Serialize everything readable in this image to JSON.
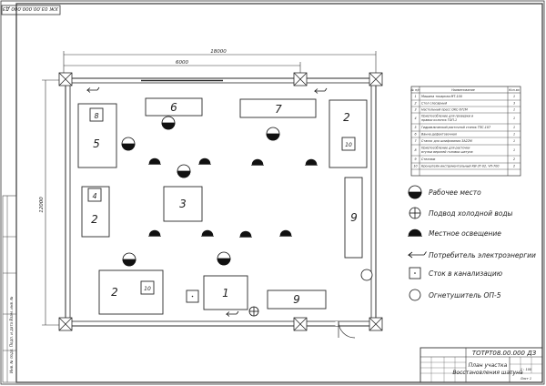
{
  "top_stamp": "ХЖ 03.00.000.000 Д3",
  "dimensions": {
    "overall_width": "18000",
    "partial_width": "6000",
    "height": "12000"
  },
  "equipment_labels": {
    "n8": "8",
    "n5": "5",
    "n6": "6",
    "n7": "7",
    "n2_right": "2",
    "n10_right": "10",
    "n4": "4",
    "n2_left": "2",
    "n3": "3",
    "n9_right": "9",
    "n2_bottom": "2",
    "n10_bottom": "10",
    "n1": "1",
    "n9_bottom": "9"
  },
  "spec_table": {
    "headers": [
      "№ п/п",
      "Наименование",
      "Кол-во"
    ],
    "rows": [
      [
        "1",
        "Машина токарная МТ-100",
        "1"
      ],
      [
        "2",
        "Стол слесарный",
        "3"
      ],
      [
        "3",
        "Настольный пресс ОКС-671М",
        "1"
      ],
      [
        "4",
        "Приспособление для проверки и правки колонок ТОП-1",
        "1"
      ],
      [
        "5",
        "Гидравлический расточной станок ТПС-107",
        "1"
      ],
      [
        "6",
        "Ванна дефектовочная",
        "1"
      ],
      [
        "7",
        "Станок для шлифования ЗА22М",
        "1"
      ],
      [
        "8",
        "Приспособление для расточки втулки верхней головки шатуна",
        "1"
      ],
      [
        "9",
        "Стеллаж",
        "2"
      ],
      [
        "10",
        "Кронштейн инструментальный КИ-3Т-02, ЧП-700",
        "2"
      ]
    ]
  },
  "legend": {
    "workplace": "Рабочее место",
    "cold_water": "Подвод холодной воды",
    "local_light": "Местное освещение",
    "power": "Потребитель электроэнергии",
    "drain": "Сток в канализацию",
    "extinguisher": "Огнетушитель ОП-5"
  },
  "title_block": {
    "code": "ТОТРТ08.00.000 ДЗ",
    "name_line1": "План участка",
    "name_line2": "Восстановления шатуна",
    "sheet": "Лист 1",
    "mass_scale": "1 : 100"
  },
  "side_stamp": "Инв. № подл.  Подп. и дата  Взам. инв. №",
  "colors": {
    "line": "#2a2a2a",
    "fill": "#111111",
    "paper": "#ffffff"
  }
}
